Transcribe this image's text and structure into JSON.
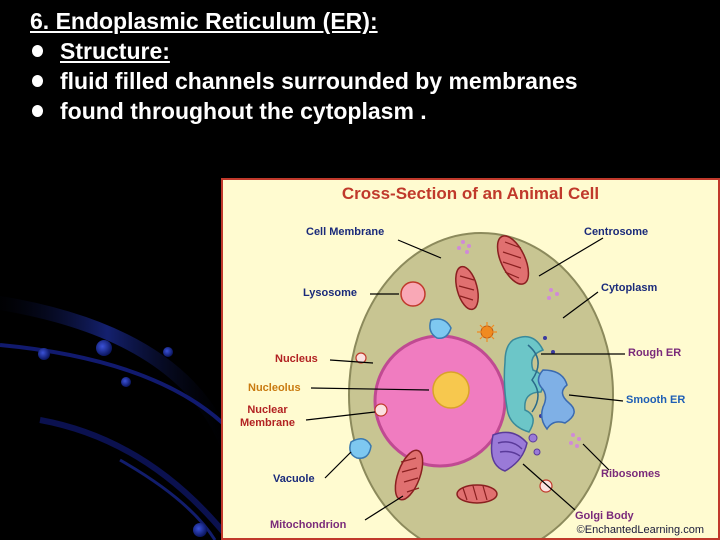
{
  "slide": {
    "title": "6. Endoplasmic Reticulum (ER):",
    "bullets": [
      "Structure:",
      "fluid filled channels surrounded by membranes",
      "found throughout the cytoplasm ."
    ]
  },
  "figure": {
    "title": "Cross-Section of an Animal Cell",
    "labels": {
      "cell_membrane": "Cell Membrane",
      "lysosome": "Lysosome",
      "nucleus": "Nucleus",
      "nucleolus": "Nucleolus",
      "nuclear_membrane": "Nuclear Membrane",
      "nuclear_membrane_line1": "Nuclear",
      "nuclear_membrane_line2": "Membrane",
      "vacuole": "Vacuole",
      "mitochondrion": "Mitochondrion",
      "centrosome": "Centrosome",
      "cytoplasm": "Cytoplasm",
      "rough_er": "Rough ER",
      "smooth_er": "Smooth ER",
      "ribosomes": "Ribosomes",
      "golgi_body": "Golgi Body"
    },
    "credit": "©EnchantedLearning.com"
  },
  "colors": {
    "background": "#000000",
    "text": "#ffffff",
    "figure_background": "#fffbd0",
    "figure_border": "#c0392b",
    "cytoplasm": "#c8c592",
    "nucleus": "#f07cc0",
    "nucleolus": "#f7c84e"
  }
}
